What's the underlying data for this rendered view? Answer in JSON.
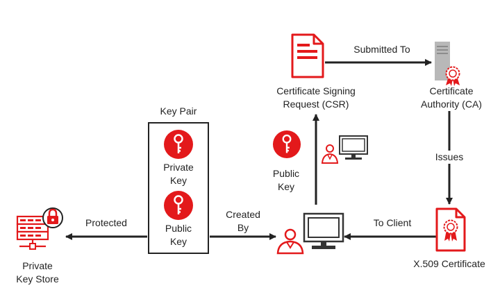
{
  "diagram": {
    "key_pair": {
      "title": "Key Pair",
      "private_key_label": "Private\nKey",
      "public_key_label": "Public\nKey"
    },
    "csr_label": "Certificate Signing\nRequest (CSR)",
    "ca_label": "Certificate\nAuthority (CA)",
    "public_key_label": "Public\nKey",
    "private_key_store_label": "Private\nKey Store",
    "certificate_label": "X.509 Certificate",
    "edges": {
      "submitted_to": "Submitted To",
      "issues": "Issues",
      "to_client": "To Client",
      "created_by": "Created\nBy",
      "protected": "Protected"
    },
    "colors": {
      "accent": "#e3191b",
      "line": "#222222",
      "server_gray": "#b8b8b8"
    }
  }
}
